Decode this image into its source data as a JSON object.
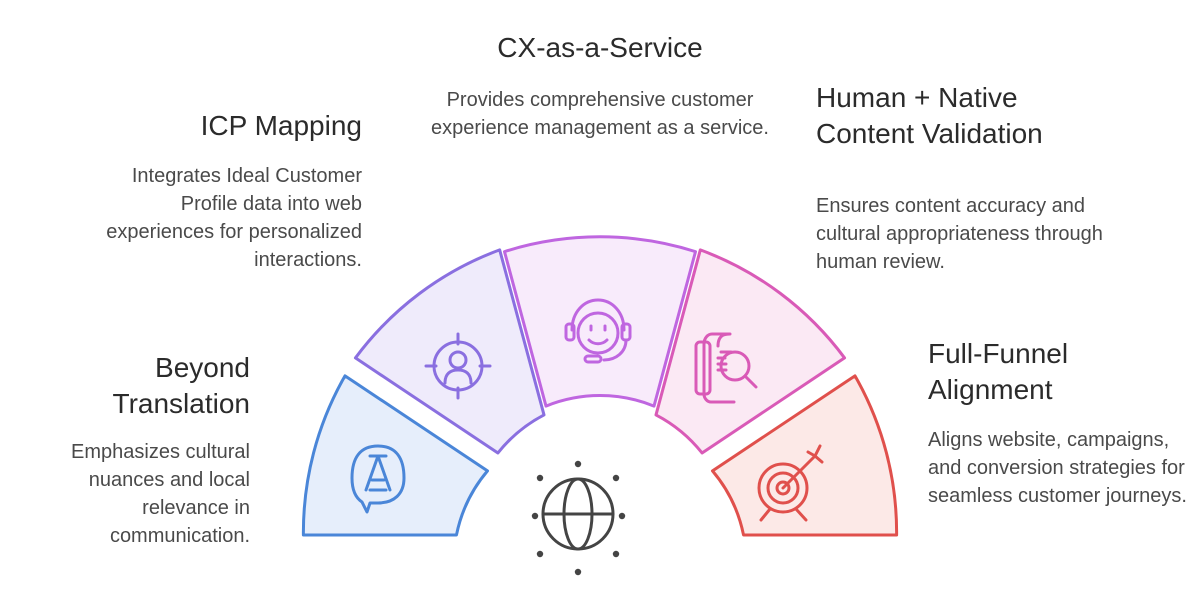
{
  "segments": [
    {
      "key": "beyond",
      "title_lines": [
        "Beyond",
        "Translation"
      ],
      "description": "Emphasizes cultural nuances and local relevance in communication.",
      "icon": "tent-chat-icon",
      "stroke": "#4a86d8",
      "fill": "#e6eefb"
    },
    {
      "key": "icp",
      "title_lines": [
        "ICP Mapping"
      ],
      "description": "Integrates Ideal Customer Profile data into web experiences for personalized interactions.",
      "icon": "target-user-icon",
      "stroke": "#8a6fe0",
      "fill": "#efebfb"
    },
    {
      "key": "cx",
      "title_lines": [
        "CX-as-a-Service"
      ],
      "description": "Provides comprehensive customer experience management as a service.",
      "icon": "headset-agent-icon",
      "stroke": "#bf66e0",
      "fill": "#f8ebfb"
    },
    {
      "key": "human",
      "title_lines": [
        "Human + Native",
        "Content Validation"
      ],
      "description": "Ensures content accuracy and cultural appropriateness through human review.",
      "icon": "document-search-icon",
      "stroke": "#d95ab7",
      "fill": "#fbe9f4"
    },
    {
      "key": "funnel",
      "title_lines": [
        "Full-Funnel",
        "Alignment"
      ],
      "description": "Aligns website, campaigns, and conversion strategies for seamless customer journeys.",
      "icon": "target-arrow-icon",
      "stroke": "#e0504c",
      "fill": "#fce9e7"
    }
  ],
  "center_icon": "globe-icon",
  "center_color": "#444444"
}
